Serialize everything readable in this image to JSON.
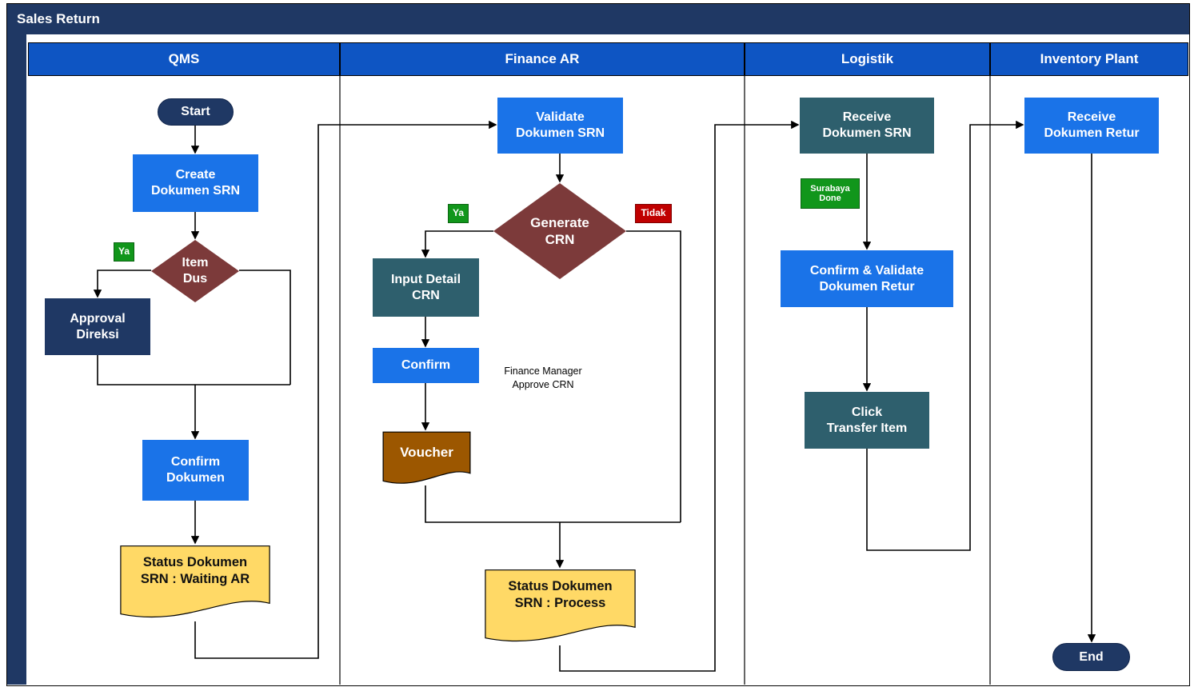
{
  "title": "Sales Return",
  "lanes": [
    {
      "label": "QMS"
    },
    {
      "label": "Finance AR"
    },
    {
      "label": "Logistik"
    },
    {
      "label": "Inventory Plant"
    }
  ],
  "qms": {
    "start": "Start",
    "create": "Create\nDokumen SRN",
    "item_dus": "Item\nDus",
    "ya": "Ya",
    "approval": "Approval\nDireksi",
    "confirm": "Confirm\nDokumen",
    "status": "Status Dokumen\nSRN : Waiting AR"
  },
  "finance": {
    "validate": "Validate\nDokumen SRN",
    "generate": "Generate\nCRN",
    "ya": "Ya",
    "tidak": "Tidak",
    "input_detail": "Input Detail\nCRN",
    "confirm": "Confirm",
    "note": "Finance Manager\nApprove CRN",
    "voucher": "Voucher",
    "status": "Status Dokumen\nSRN : Process"
  },
  "logistik": {
    "receive": "Receive\nDokumen SRN",
    "surabaya": "Surabaya\nDone",
    "confirm_validate": "Confirm & Validate\nDokumen Retur",
    "click_transfer": "Click\nTransfer Item"
  },
  "inventory": {
    "receive": "Receive\nDokumen Retur",
    "end": "End"
  },
  "colors": {
    "title_navy": "#1F3864",
    "header_blue": "#0E55C3",
    "process_blue": "#1A73E8",
    "teal": "#2E5F6D",
    "maroon": "#7C3A3A",
    "green": "#11961B",
    "red": "#C00000",
    "doc_yellow": "#FFD966",
    "voucher_brown": "#9C5700"
  }
}
